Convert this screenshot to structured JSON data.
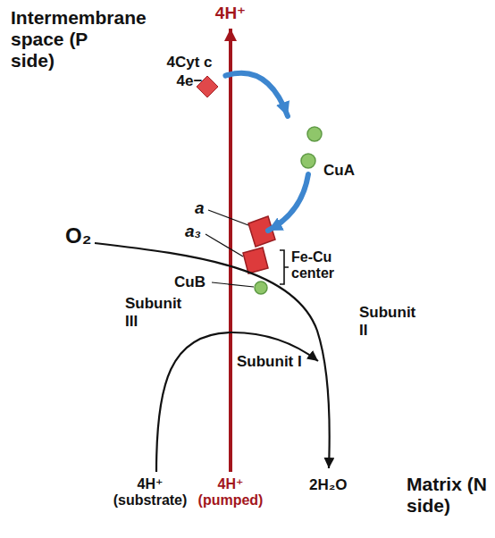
{
  "diagram": {
    "nodes": [
      {
        "text": [
          "4Cyt c",
          "4e−"
        ]
      },
      {
        "text": [
          "CuA",
          "Subunit II"
        ]
      },
      {
        "text": [
          "Subunit III"
        ]
      },
      {
        "text": [
          "Subunit I"
        ]
      }
    ],
    "edges": [
      {
        "from": 0,
        "to": 1,
        "arrow": "to"
      },
      {
        "from": 1,
        "to": 3,
        "arrow": "to"
      }
    ],
    "labels": [
      "Intermembrane space (P side)",
      "4H⁺",
      "a",
      "a₃",
      "O₂",
      "CuB",
      "Fe-Cu center",
      "4H⁺ (substrate)",
      "4H⁺ (pumped)",
      "2H₂O",
      "Matrix (N side)"
    ]
  }
}
